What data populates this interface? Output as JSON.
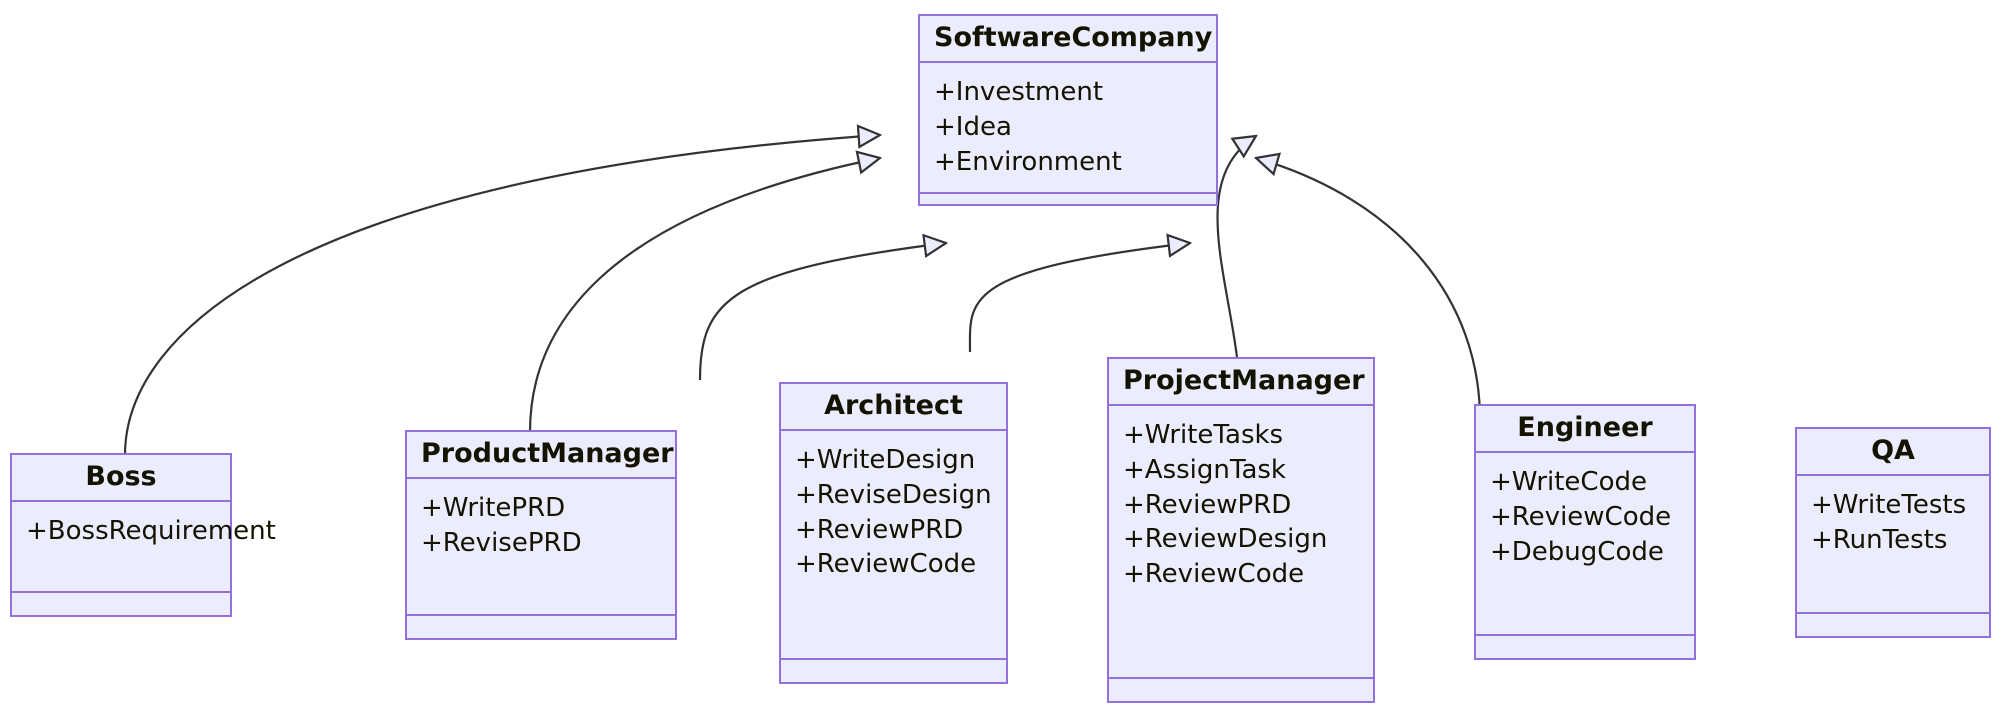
{
  "diagram": {
    "kind": "uml-class-diagram",
    "title": "SoftwareCompany role hierarchy",
    "colors": {
      "class_fill": "#ECECFF",
      "class_border": "#9370DB",
      "text": "#131300",
      "edge_stroke": "#333333",
      "arrowhead_fill": "#ECECFF",
      "background": "#FFFFFF"
    },
    "relationship_type": "generalization",
    "classes": [
      {
        "id": "software_company",
        "name": "SoftwareCompany",
        "members": [
          "+Investment",
          "+Idea",
          "+Environment"
        ],
        "methods": []
      },
      {
        "id": "boss",
        "name": "Boss",
        "members": [
          "+BossRequirement"
        ],
        "methods": []
      },
      {
        "id": "product_manager",
        "name": "ProductManager",
        "members": [
          "+WritePRD",
          "+RevisePRD"
        ],
        "methods": []
      },
      {
        "id": "architect",
        "name": "Architect",
        "members": [
          "+WriteDesign",
          "+ReviseDesign",
          "+ReviewPRD",
          "+ReviewCode"
        ],
        "methods": []
      },
      {
        "id": "project_manager",
        "name": "ProjectManager",
        "members": [
          "+WriteTasks",
          "+AssignTask",
          "+ReviewPRD",
          "+ReviewDesign",
          "+ReviewCode"
        ],
        "methods": []
      },
      {
        "id": "engineer",
        "name": "Engineer",
        "members": [
          "+WriteCode",
          "+ReviewCode",
          "+DebugCode"
        ],
        "methods": []
      },
      {
        "id": "qa",
        "name": "QA",
        "members": [
          "+WriteTests",
          "+RunTests"
        ],
        "methods": []
      }
    ],
    "edges": [
      {
        "from": "boss",
        "to": "software_company",
        "type": "generalization"
      },
      {
        "from": "product_manager",
        "to": "software_company",
        "type": "generalization"
      },
      {
        "from": "architect",
        "to": "software_company",
        "type": "generalization"
      },
      {
        "from": "project_manager",
        "to": "software_company",
        "type": "generalization"
      },
      {
        "from": "engineer",
        "to": "software_company",
        "type": "generalization"
      },
      {
        "from": "qa",
        "to": "software_company",
        "type": "generalization"
      }
    ]
  }
}
